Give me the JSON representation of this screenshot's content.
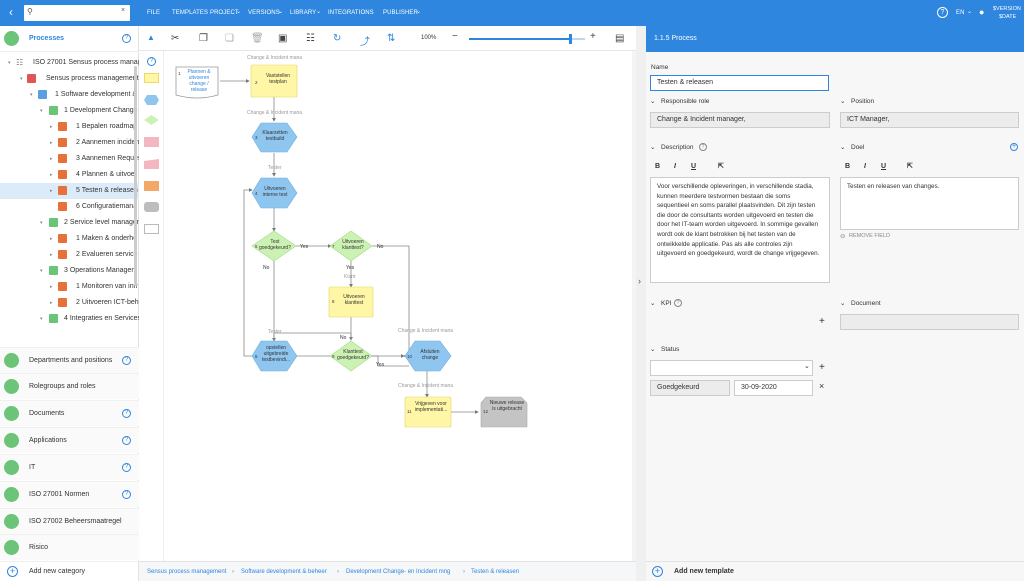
{
  "topbar": {
    "search_placeholder": "",
    "menu": [
      "FILE",
      "TEMPLATES",
      "PROJECT",
      "VERSIONS",
      "LIBRARY",
      "INTEGRATIONS",
      "PUBLISHER"
    ],
    "lang": "EN",
    "version": "$VERSION",
    "date": "$DATE"
  },
  "sidebar": {
    "processes_label": "Processes",
    "tree": [
      {
        "label": "ISO 27001 Sensus process manag"
      },
      {
        "label": "Sensus process management"
      },
      {
        "label": "1 Software development &"
      },
      {
        "label": "1 Development Change"
      },
      {
        "label": "1 Bepalen roadmap"
      },
      {
        "label": "2 Aannemen inciden"
      },
      {
        "label": "3 Aannemen Reques"
      },
      {
        "label": "4 Plannen & uitvoer"
      },
      {
        "label": "5 Testen & releasen"
      },
      {
        "label": "6 Configuratiemana"
      },
      {
        "label": "2 Service level managen"
      },
      {
        "label": "1 Maken & onderho"
      },
      {
        "label": "2 Evalueren service a"
      },
      {
        "label": "3 Operations Managem"
      },
      {
        "label": "1 Monitoren van infr"
      },
      {
        "label": "2 Uitvoeren ICT-beh"
      },
      {
        "label": "4 Integraties en Services"
      }
    ],
    "categories": [
      "Departments and positions",
      "Rolegroups and roles",
      "Documents",
      "Applications",
      "IT",
      "ISO 27001 Normen",
      "ISO 27002 Beheersmaatregel",
      "Risico"
    ],
    "add_category": "Add new category"
  },
  "toolbar": {
    "zoom": "100%",
    "zoom_level": 0.87
  },
  "diagram": {
    "lanes": [
      "Change & Incident mana",
      "Change & Incident mana",
      "Tester",
      "Tester",
      "Change & Incident mana",
      "Change & Incident mana"
    ],
    "start": "Plannen & uitvoeren change / release",
    "n2": "Vaststellen testplan",
    "n3": "Klaarzetten testbuild",
    "n4": "Uitvoeren interne test",
    "n5": "Test goedgekeurd?",
    "n7": "Uitvoeren klanttest?",
    "n8": "Uitvoeren klanttest",
    "n9": "Klanttest goedgekeurd?",
    "n6": "opstellen uitgebreide testbevindi...",
    "n10": "Afsluiten change",
    "n11": "Vrijgeven voor implementati...",
    "n12": "Nieuwe release is uitgebracht",
    "yes": "Yes",
    "no": "No",
    "lane_klant": "Klant",
    "nums": {
      "start": "1",
      "n2": "2",
      "n3": "3",
      "n4": "4",
      "n5": "5",
      "n7": "7",
      "n8": "8",
      "n9": "9",
      "n6": "6",
      "n10": "10",
      "n11": "11",
      "n12": "12"
    }
  },
  "breadcrumb": [
    "Sensus process management",
    "Software development & beheer",
    "Development Change- en Incident mng",
    "Testen & releasen"
  ],
  "panel": {
    "title": "1.1.5 Process",
    "name_label": "Name",
    "name_value": "Testen & releasen",
    "role_label": "Responsible role",
    "role_value": "Change & Incident manager,",
    "position_label": "Position",
    "position_value": "ICT Manager,",
    "description_label": "Description",
    "description_text": "Voor verschillende opleveringen, in verschillende stadia, kunnen meerdere testvormen bestaan die soms sequentieel en soms parallel plaatsvinden. Dit zijn testen die door de consultants worden uitgevoerd en testen die door het IT-team worden uitgevoerd. In sommige gevallen wordt ook de klant betrokken bij het testen van de ontwikkelde applicatie. Pas als alle controles zijn uitgevoerd en goedgekeurd, wordt de change vrijgegeven.",
    "doel_label": "Doel",
    "doel_text": "Testen en releasen van changes.",
    "remove_field": "REMOVE FIELD",
    "kpi_label": "KPI",
    "document_label": "Document",
    "status_label": "Status",
    "status_value": "Goedgekeurd",
    "status_date": "30-09-2020",
    "add_template": "Add new template",
    "fmt": {
      "b": "B",
      "i": "I",
      "u": "U"
    }
  },
  "colors": {
    "accent": "#2e86de",
    "green": "#6cc478",
    "red": "#e05555",
    "orange": "#e8703a",
    "yellow": "#fff6a6",
    "blue": "#8ec6f0",
    "diamond": "#ccf2b3"
  }
}
